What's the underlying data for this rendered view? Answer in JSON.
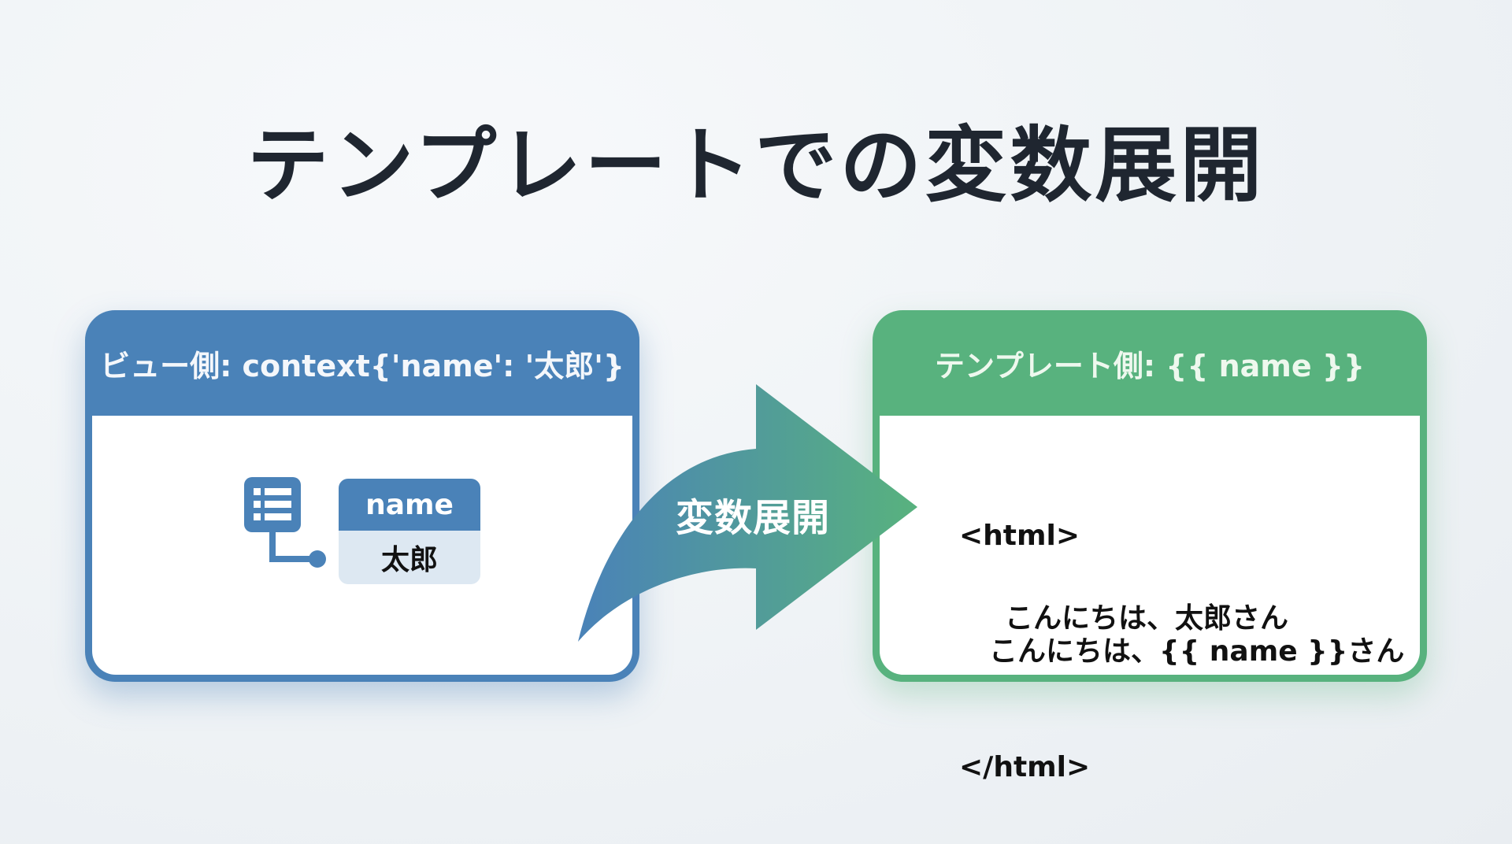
{
  "title": "テンプレートでの変数展開",
  "view_card": {
    "header": "ビュー側: context{'name': '太郎'}",
    "icon": "database-list-icon",
    "key_label": "name",
    "value_label": "太郎",
    "color": "#4a82b8"
  },
  "arrow": {
    "label": "変数展開",
    "gradient_start": "#4a82b8",
    "gradient_end": "#58b27e"
  },
  "template_card": {
    "header": "テンプレート側: {{ name }}",
    "code_lines": [
      "<html>",
      "こんにちは、{{ name }}さん",
      "</html>"
    ],
    "rendered_output": "こんにちは、太郎さん",
    "color": "#58b27e"
  }
}
